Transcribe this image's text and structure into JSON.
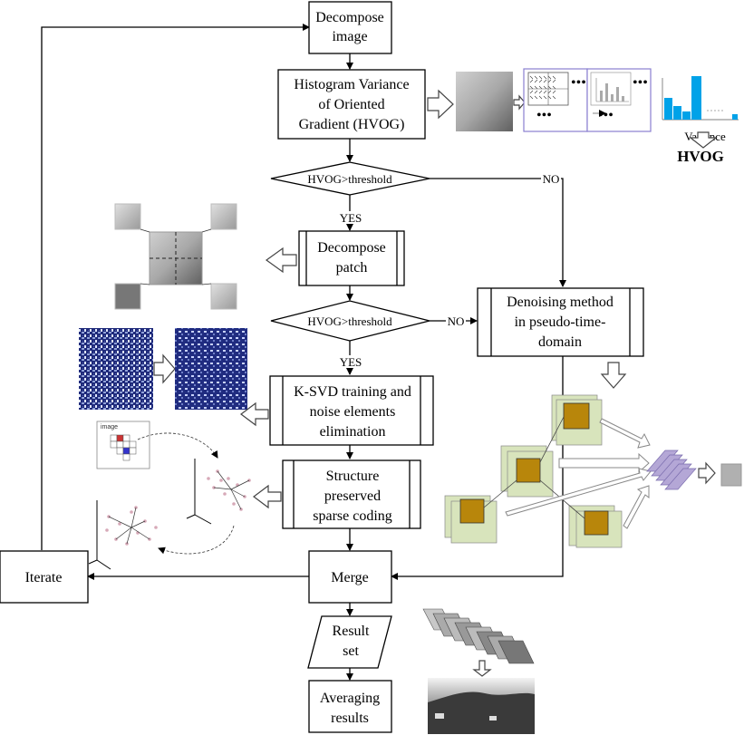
{
  "nodes": {
    "decompose_image": [
      "Decompose",
      "image"
    ],
    "hvog": [
      "Histogram Variance",
      "of Oriented",
      "Gradient (HVOG)"
    ],
    "decision1": "HVOG>threshold",
    "decompose_patch": [
      "Decompose",
      "patch"
    ],
    "decision2": "HVOG>threshold",
    "denoising": [
      "Denoising method",
      "in pseudo-time-",
      "domain"
    ],
    "ksvd": [
      "K-SVD training and",
      "noise elements",
      "elimination"
    ],
    "structure": [
      "Structure",
      "preserved",
      "sparse coding"
    ],
    "merge": "Merge",
    "iterate": "Iterate",
    "result_set": [
      "Result",
      "set"
    ],
    "averaging": [
      "Averaging",
      "results"
    ]
  },
  "edge_labels": {
    "yes1": "YES",
    "no1": "NO",
    "yes2": "YES",
    "no2": "NO"
  },
  "illustrations": {
    "variance_label": "Variance",
    "hvog_label": "HVOG",
    "image_label": "image",
    "ellipsis": "•••"
  },
  "colors": {
    "patch_green": "#d8e4bc",
    "patch_brown": "#b8860b",
    "stack_purple": "#b4a7d6",
    "histogram_blue": "#00a2e8",
    "dictionary_blue": "#1f2a7a"
  }
}
